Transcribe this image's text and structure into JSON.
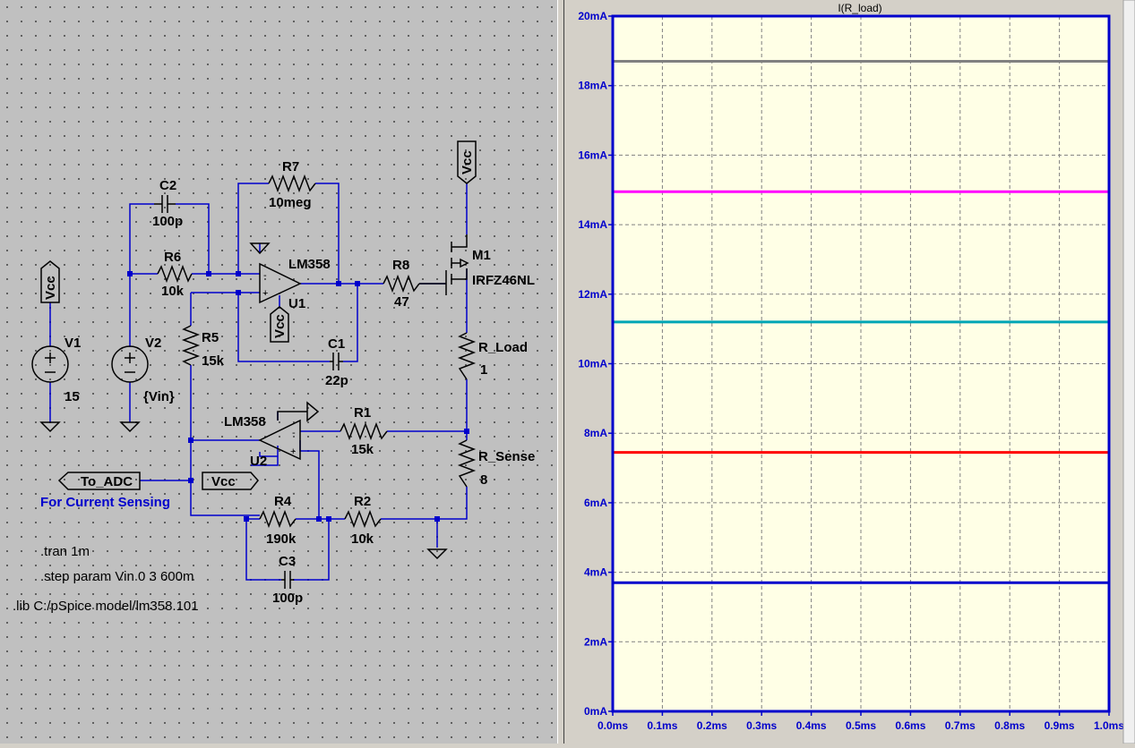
{
  "schematic": {
    "components": {
      "r7": {
        "name": "R7",
        "value": "10meg"
      },
      "c2": {
        "name": "C2",
        "value": "100p"
      },
      "r6": {
        "name": "R6",
        "value": "10k"
      },
      "u1": {
        "name": "U1",
        "model": "LM358"
      },
      "r8": {
        "name": "R8",
        "value": "47"
      },
      "m1": {
        "name": "M1",
        "model": "IRFZ46NL"
      },
      "c1": {
        "name": "C1",
        "value": "22p"
      },
      "r5": {
        "name": "R5",
        "value": "15k"
      },
      "v1": {
        "name": "V1",
        "value": "15"
      },
      "v2": {
        "name": "V2",
        "value": "{Vin}"
      },
      "r_load": {
        "name": "R_Load",
        "value": "1"
      },
      "u2": {
        "name": "U2",
        "model": "LM358"
      },
      "r1": {
        "name": "R1",
        "value": "15k"
      },
      "r_sense": {
        "name": "R_Sense",
        "value": "8"
      },
      "r4": {
        "name": "R4",
        "value": "190k"
      },
      "r2": {
        "name": "R2",
        "value": "10k"
      },
      "c3": {
        "name": "C3",
        "value": "100p"
      }
    },
    "net_labels": {
      "vcc": "Vcc",
      "to_adc": "To_ADC"
    },
    "comment": "For Current Sensing",
    "directives": [
      ".tran 1m",
      ".step param Vin 0 3 600m",
      ".lib C:/pSpice model/lm358.101"
    ]
  },
  "chart_data": {
    "type": "line",
    "title": "I(R_load)",
    "x_ticks": [
      "0.0ms",
      "0.1ms",
      "0.2ms",
      "0.3ms",
      "0.4ms",
      "0.5ms",
      "0.6ms",
      "0.7ms",
      "0.8ms",
      "0.9ms",
      "1.0ms"
    ],
    "y_ticks": [
      "0mA",
      "2mA",
      "4mA",
      "6mA",
      "8mA",
      "10mA",
      "12mA",
      "14mA",
      "16mA",
      "18mA",
      "20mA"
    ],
    "xlim": [
      0,
      1.0
    ],
    "ylim": [
      0,
      20
    ],
    "x_unit": "ms",
    "y_unit": "mA",
    "grid": true,
    "series": [
      {
        "x": [
          0,
          1.0
        ],
        "values": [
          0.0,
          0.0
        ],
        "color": "#000000"
      },
      {
        "x": [
          0,
          1.0
        ],
        "values": [
          3.7,
          3.7
        ],
        "color": "#0000cc"
      },
      {
        "x": [
          0,
          1.0
        ],
        "values": [
          7.45,
          7.45
        ],
        "color": "#ff0000"
      },
      {
        "x": [
          0,
          1.0
        ],
        "values": [
          11.2,
          11.2
        ],
        "color": "#00a5b5"
      },
      {
        "x": [
          0,
          1.0
        ],
        "values": [
          14.95,
          14.95
        ],
        "color": "#ff00ff"
      },
      {
        "x": [
          0,
          1.0
        ],
        "values": [
          18.7,
          18.7
        ],
        "color": "#808080"
      }
    ]
  }
}
